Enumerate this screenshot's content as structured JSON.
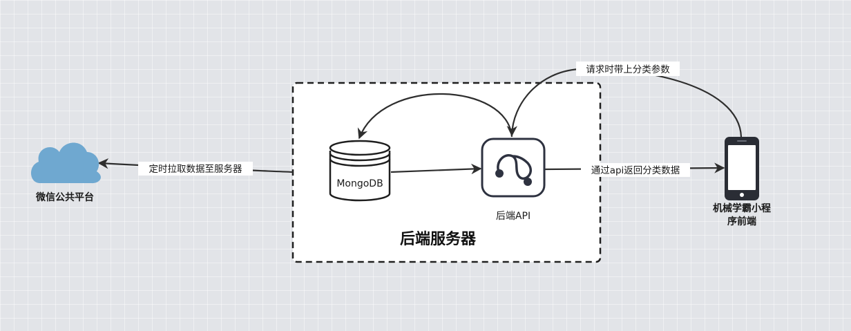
{
  "nodes": {
    "wechat": {
      "label": "微信公共平台",
      "icon": "cloud-icon"
    },
    "server_group": {
      "title": "后端服务器"
    },
    "mongodb": {
      "label": "MongoDB",
      "icon": "database-icon"
    },
    "api": {
      "label": "后端API",
      "icon": "api-icon"
    },
    "frontend": {
      "label_line1": "机械学霸小程",
      "label_line2": "序前端",
      "icon": "smartphone-icon"
    }
  },
  "edges": {
    "pull_data": {
      "label": "定时拉取数据至服务器"
    },
    "request_params": {
      "label": "请求时带上分类参数"
    },
    "return_data": {
      "label": "通过api返回分类数据"
    }
  },
  "colors": {
    "background": "#e2e4e8",
    "cloud": "#6fa8d0",
    "stroke": "#2e2e2e",
    "group_fill": "#ffffff"
  }
}
